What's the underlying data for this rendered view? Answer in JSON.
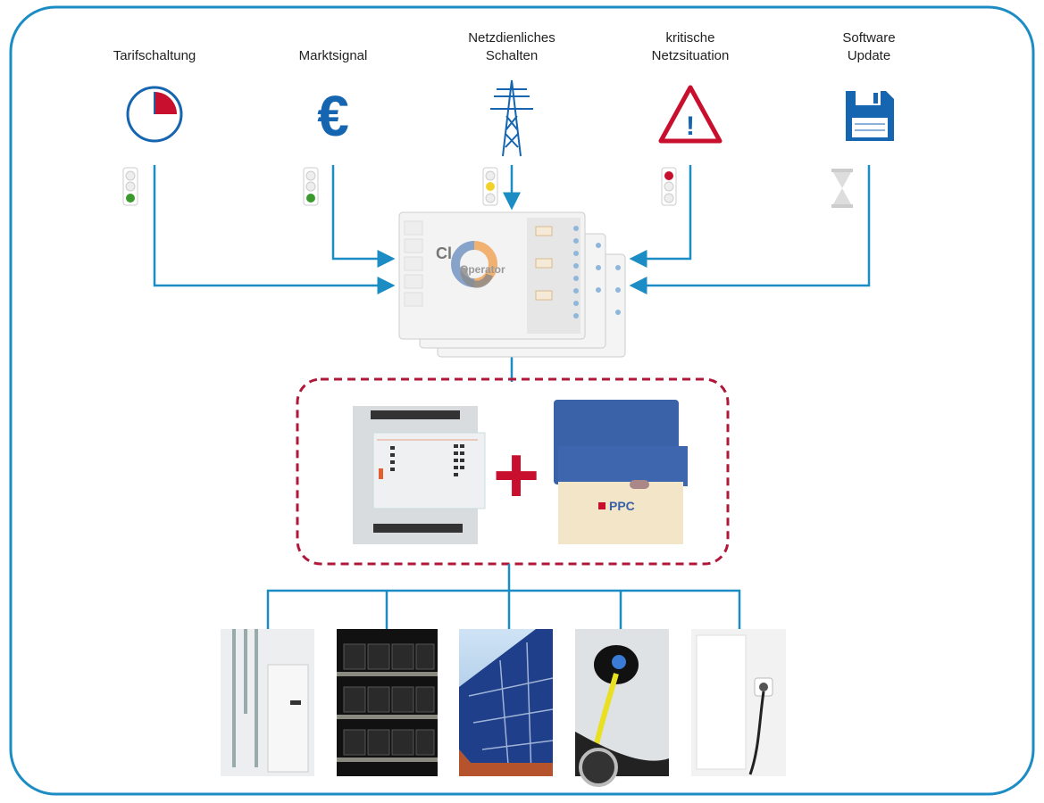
{
  "signals": [
    {
      "label_line1": "",
      "label_line2": "Tarifschaltung",
      "icon": "clock-icon",
      "light": "green"
    },
    {
      "label_line1": "",
      "label_line2": "Marktsignal",
      "icon": "euro-icon",
      "light": "green"
    },
    {
      "label_line1": "Netzdienliches",
      "label_line2": "Schalten",
      "icon": "power-pylon-icon",
      "light": "yellow"
    },
    {
      "label_line1": "kritische",
      "label_line2": "Netzsituation",
      "icon": "warning-icon",
      "light": "red"
    },
    {
      "label_line1": "Software",
      "label_line2": "Update",
      "icon": "floppy-disk-icon",
      "light": "hourglass"
    }
  ],
  "operator": {
    "logo_text": "CLS Operator"
  },
  "gateway": {
    "plus": "+",
    "device_logo": "PPC"
  },
  "devices": [
    "heat-pump",
    "battery-storage",
    "solar-panels",
    "ev-charging",
    "smart-socket-appliance"
  ],
  "colors": {
    "line": "#1c8cc4",
    "frame": "#1c8cc4",
    "dashed": "#b0183a",
    "red": "#c8102e",
    "green": "#3a9a2e",
    "yellow": "#f2d22a",
    "icon_blue": "#1565b0"
  }
}
